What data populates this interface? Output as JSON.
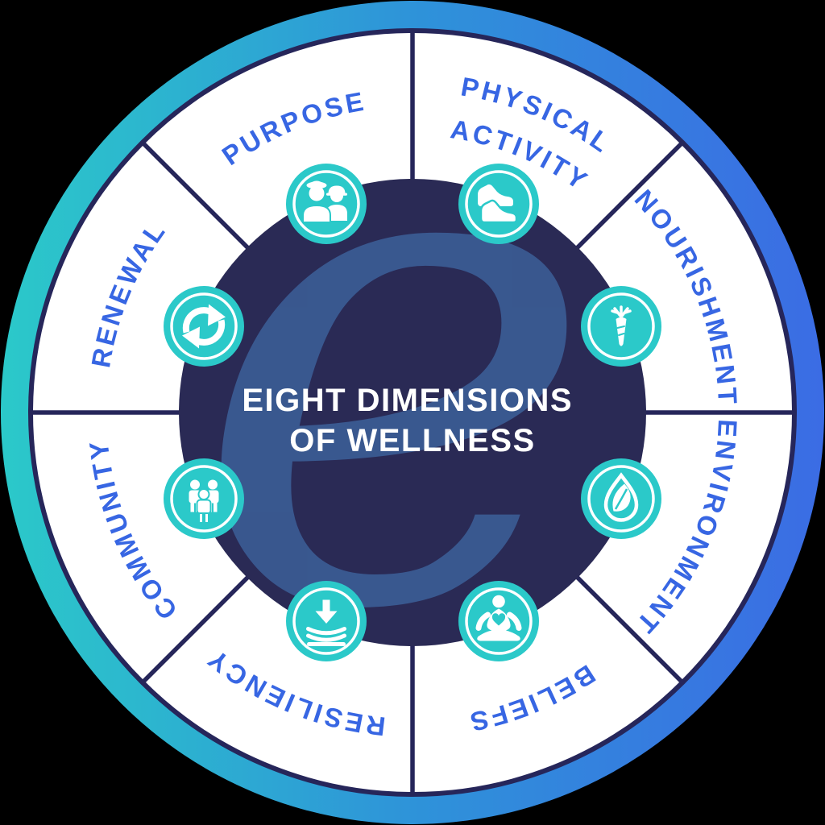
{
  "diagram": {
    "title_line1": "EIGHT DIMENSIONS",
    "title_line2": "OF WELLNESS",
    "watermark_letter": "e",
    "colors": {
      "ring_gradient_start": "#2BC9C9",
      "ring_gradient_mid": "#2E93D9",
      "ring_gradient_end": "#3B6CE4",
      "ring_inner_border": "#26265A",
      "divider_line": "#26265A",
      "center_circle": "#2A2A55",
      "watermark": "#3B5C94",
      "label_text": "#3766E3",
      "icon_circle_teal": "#2BC9C9",
      "icon_glyph": "#FFFFFF",
      "title_text": "#FFFFFF",
      "sector_background": "#FFFFFF"
    },
    "sectors": [
      {
        "label": "RENEWAL",
        "icon": "renewal-arrows-icon"
      },
      {
        "label": "PURPOSE",
        "icon": "workers-icon"
      },
      {
        "label": "PHYSICAL ACTIVITY",
        "line1": "PHYSICAL",
        "line2": "ACTIVITY",
        "icon": "running-shoes-icon"
      },
      {
        "label": "NOURISHMENT",
        "icon": "carrot-icon"
      },
      {
        "label": "ENVIRONMENT",
        "icon": "leaf-droplet-icon"
      },
      {
        "label": "BELIEFS",
        "icon": "meditation-heart-icon"
      },
      {
        "label": "RESILIENCY",
        "icon": "pressure-arrow-icon"
      },
      {
        "label": "COMMUNITY",
        "icon": "people-group-icon"
      }
    ]
  }
}
